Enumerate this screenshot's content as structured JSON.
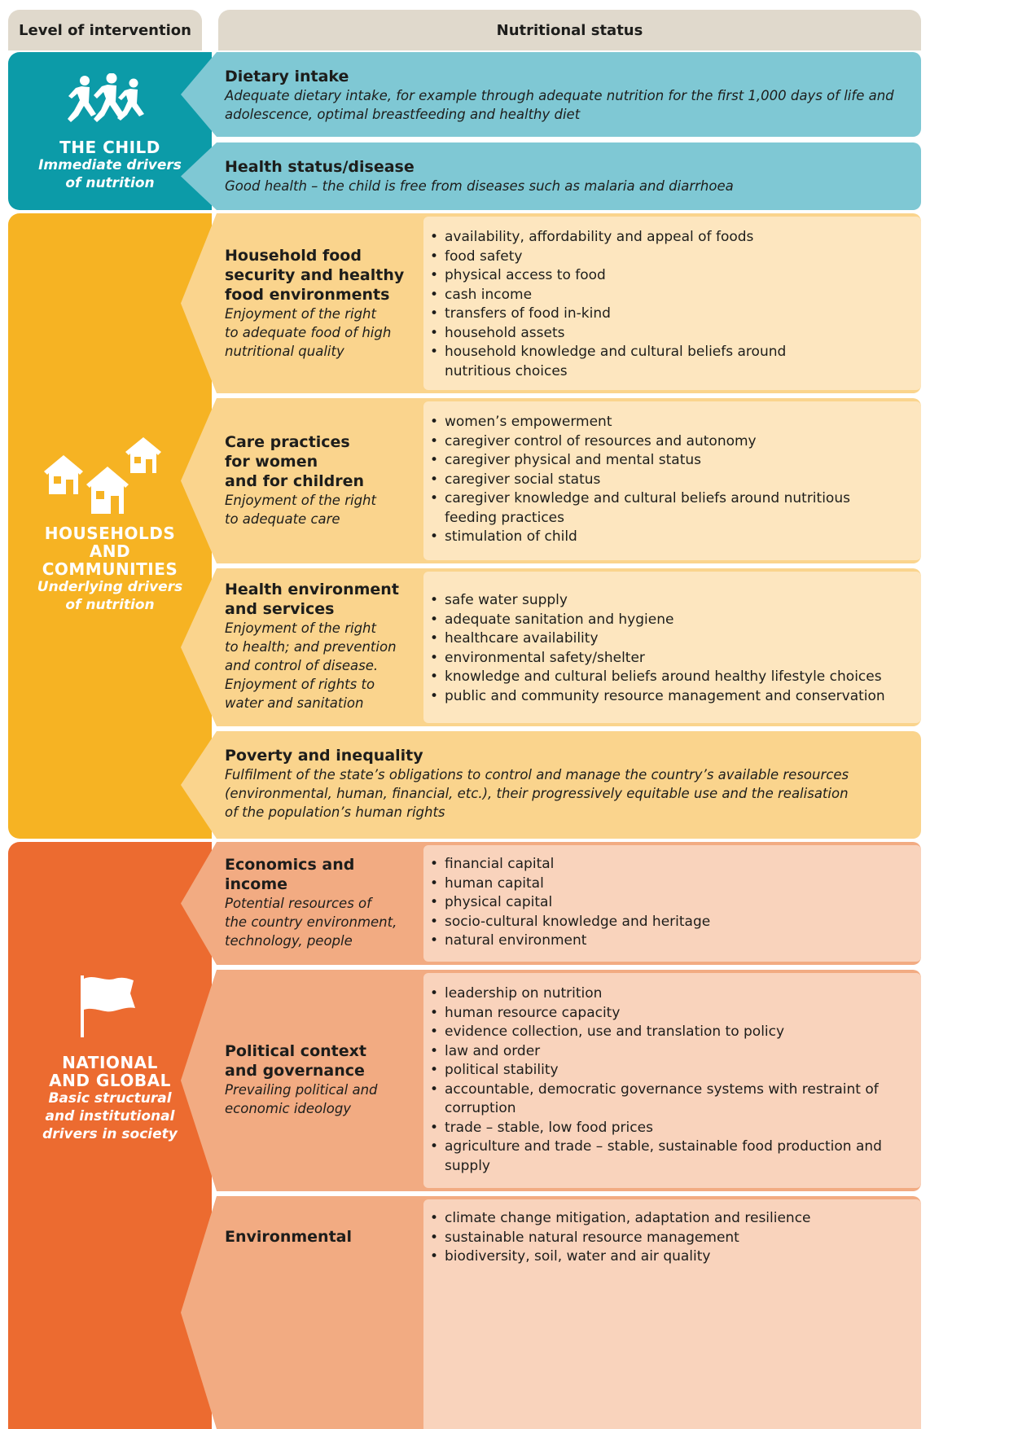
{
  "header": {
    "level_label": "Level of intervention",
    "status_label": "Nutritional status"
  },
  "colors": {
    "teal": "#0c9ba8",
    "amber": "#f6b323",
    "orange": "#ec6b30"
  },
  "levels": {
    "child": {
      "icon": "children-running-icon",
      "title": "THE CHILD",
      "subtitle_1": "Immediate drivers",
      "subtitle_2": "of nutrition"
    },
    "households": {
      "icon": "houses-icon",
      "title_1": "HOUSEHOLDS",
      "title_2": "AND",
      "title_3": "COMMUNITIES",
      "subtitle_1": "Underlying drivers",
      "subtitle_2": "of nutrition"
    },
    "national": {
      "icon": "flag-icon",
      "title_1": "NATIONAL",
      "title_2": "AND GLOBAL",
      "subtitle_1": "Basic structural",
      "subtitle_2": "and institutional",
      "subtitle_3": "drivers in society"
    }
  },
  "panels": {
    "dietary": {
      "title": "Dietary intake",
      "desc_1": "Adequate dietary intake, for example through adequate nutrition for the first 1,000 days of life and",
      "desc_2": "adolescence, optimal breastfeeding and healthy diet"
    },
    "health_status": {
      "title": "Health status/disease",
      "desc": "Good health – the child is free from diseases such as malaria and diarrhoea"
    },
    "food_security": {
      "title_1": "Household food",
      "title_2": "security and healthy",
      "title_3": "food environments",
      "desc_1": "Enjoyment of the right",
      "desc_2": "to adequate food of high",
      "desc_3": "nutritional quality",
      "items": [
        "availability, affordability and appeal of foods",
        "food safety",
        "physical access to food",
        "cash income",
        "transfers of food in-kind",
        "household assets",
        "household knowledge and cultural beliefs around nutritious choices"
      ]
    },
    "care": {
      "title_1": "Care practices",
      "title_2": "for women",
      "title_3": "and for children",
      "desc_1": "Enjoyment of the right",
      "desc_2": "to adequate care",
      "items": [
        "women’s empowerment",
        "caregiver control of resources and autonomy",
        "caregiver physical and mental status",
        "caregiver social status",
        "caregiver knowledge and cultural beliefs around nutritious feeding practices",
        "stimulation of child"
      ]
    },
    "health_env": {
      "title_1": "Health environment",
      "title_2": "and services",
      "desc_1": "Enjoyment of the right",
      "desc_2": "to health; and prevention",
      "desc_3": "and control of disease.",
      "desc_4": "Enjoyment of rights to",
      "desc_5": "water and sanitation",
      "items": [
        "safe water supply",
        "adequate sanitation and hygiene",
        "healthcare availability",
        "environmental safety/shelter",
        "knowledge and cultural beliefs around healthy lifestyle choices",
        "public and community resource management and conservation"
      ]
    },
    "poverty": {
      "title": "Poverty and inequality",
      "desc_1": "Fulfilment of the state’s obligations to control and manage the country’s available resources",
      "desc_2": "(environmental, human, financial, etc.), their progressively equitable use and the realisation",
      "desc_3": "of the population’s human rights"
    },
    "economics": {
      "title_1": "Economics and",
      "title_2": "income",
      "desc_1": "Potential resources of",
      "desc_2": "the country environment,",
      "desc_3": "technology, people",
      "items": [
        "financial capital",
        "human capital",
        "physical capital",
        "socio-cultural knowledge and heritage",
        "natural environment"
      ]
    },
    "political": {
      "title_1": "Political context",
      "title_2": "and governance",
      "desc_1": "Prevailing political and",
      "desc_2": "economic ideology",
      "items": [
        "leadership on nutrition",
        "human resource capacity",
        "evidence collection, use and translation to policy",
        "law and order",
        "political stability",
        "accountable, democratic governance systems with restraint of corruption",
        "trade – stable, low food prices",
        "agriculture and trade – stable, sustainable food production and supply"
      ]
    },
    "environmental": {
      "title": "Environmental",
      "items": [
        "climate change mitigation, adaptation and resilience",
        "sustainable natural resource management",
        "biodiversity, soil, water and air quality"
      ]
    }
  }
}
